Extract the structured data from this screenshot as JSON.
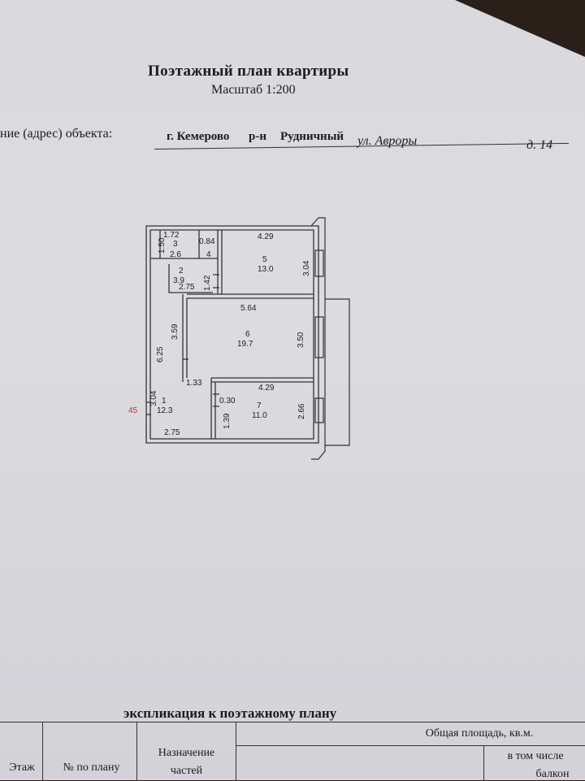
{
  "header": {
    "title": "Поэтажный план квартиры",
    "scale": "Масштаб 1:200",
    "address_label": "ние (адрес) объекта:",
    "city": "г. Кемерово",
    "district_abbr": "р-н",
    "district": "Рудничный",
    "street": "ул. Авроры",
    "house": "д. 14"
  },
  "plan": {
    "dims": {
      "d172": "1.72",
      "d150": "1.50",
      "d084": "0.84",
      "d429a": "4.29",
      "d304a": "3.04",
      "d275a": "2.75",
      "d142": "1.42",
      "d564": "5.64",
      "d359": "3.59",
      "d350": "3.50",
      "d625": "6.25",
      "d133": "1.33",
      "d429b": "4.29",
      "d030": "0.30",
      "d304b": "3.04",
      "d266": "2.66",
      "d139": "1.39",
      "d275b": "2.75",
      "mark45": "45"
    },
    "rooms": [
      {
        "num": "3",
        "area": "2.6"
      },
      {
        "num": "4",
        "area": ""
      },
      {
        "num": "2",
        "area": "3.9"
      },
      {
        "num": "5",
        "area": "13.0"
      },
      {
        "num": "6",
        "area": "19.7"
      },
      {
        "num": "1",
        "area": "12.3"
      },
      {
        "num": "7",
        "area": "11.0"
      }
    ]
  },
  "explication": {
    "title": "экспликация к поэтажному плану",
    "col_floor": "Этаж",
    "col_plan_no": "№ по плану",
    "col_purpose_1": "Назначение",
    "col_purpose_2": "частей",
    "col_total_area": "Общая площадь, кв.м.",
    "col_incl": "в том числе",
    "col_balcony": "балкон"
  }
}
